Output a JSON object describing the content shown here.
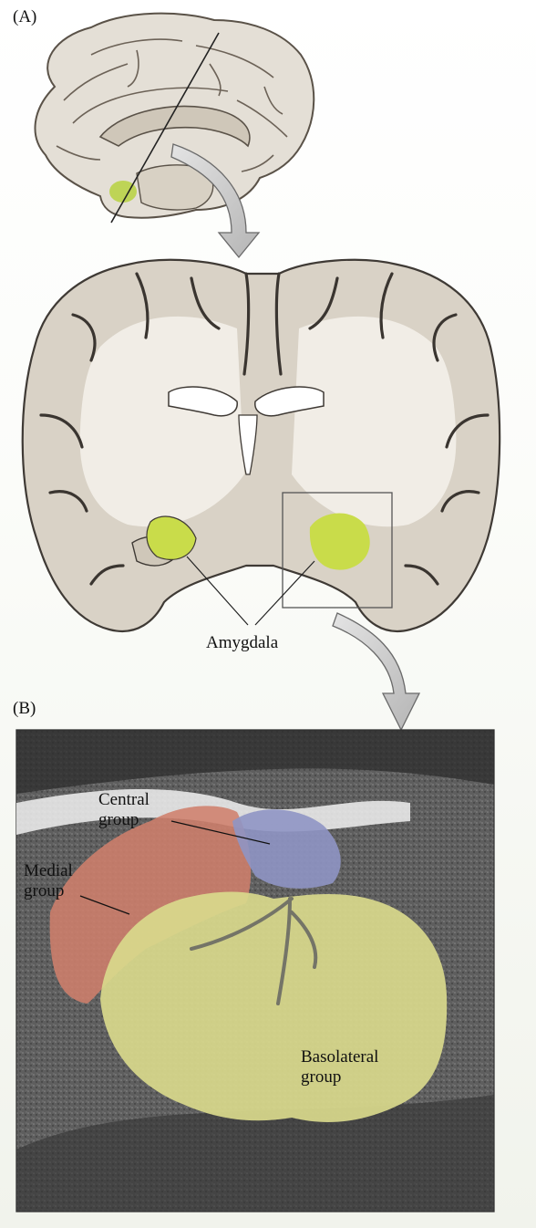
{
  "panel_a": {
    "letter": "(A)",
    "amygdala_label": "Amygdala"
  },
  "panel_b": {
    "letter": "(B)",
    "central_line1": "Central",
    "central_line2": "group",
    "medial_line1": "Medial",
    "medial_line2": "group",
    "basolateral_line1": "Basolateral",
    "basolateral_line2": "group"
  },
  "colors": {
    "amygdala_green": "#c9dc4a",
    "central_blue": "#8f95c4",
    "medial_red": "#cf7f6c",
    "basolateral_yellow": "#d9d98c",
    "arrow_gray": "#c8c8c8"
  }
}
